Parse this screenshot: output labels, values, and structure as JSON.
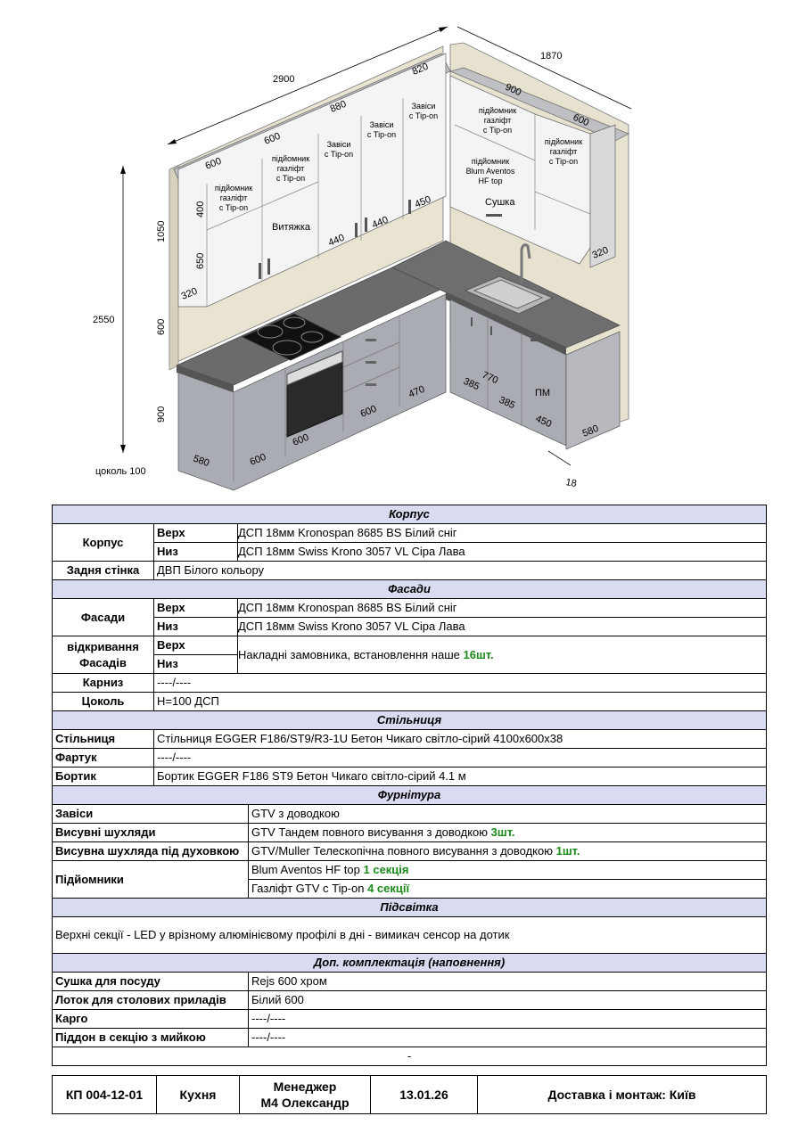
{
  "drawing": {
    "dims": {
      "total_width": "2900",
      "side_width": "1870",
      "height_total": "2550",
      "upper_height": "1050",
      "gap_height": "600",
      "lower_height": "900",
      "plinth": "цоколь 100",
      "panel": "18"
    },
    "upper_widths": [
      "600",
      "600",
      "880",
      "820",
      "900",
      "600"
    ],
    "upper_labels": {
      "lift1": [
        "підйомник",
        "газліфт",
        "с Tip-on"
      ],
      "lift2": [
        "підйомник",
        "газліфт",
        "с Tip-on"
      ],
      "hinges1": [
        "Завіси",
        "с Tip-on"
      ],
      "hinges2": [
        "Завіси",
        "с Tip-on"
      ],
      "hinges3": [
        "Завіси",
        "с Tip-on"
      ],
      "lift3": [
        "підйомник",
        "газліфт",
        "с Tip-on"
      ],
      "blum": [
        "підйомник",
        "Blum Aventos",
        "HF top"
      ],
      "lift4": [
        "підйомник",
        "газліфт",
        "с Tip-on"
      ],
      "hood": "Витяжка",
      "dryer": "Сушка"
    },
    "upper_dims": [
      "400",
      "650",
      "320",
      "440",
      "440",
      "450",
      "320"
    ],
    "lower_dims": [
      "580",
      "600",
      "600",
      "600",
      "470",
      "770",
      "385",
      "385",
      "450",
      "580"
    ],
    "dishwasher": "ПМ"
  },
  "sections": {
    "korpus": "Корпус",
    "fasady": "Фасади",
    "stilnytsia": "Стільниця",
    "furnitura": "Фурнітура",
    "pidsvitka": "Підсвітка",
    "dop": "Доп. комплектація (наповнення)"
  },
  "korpus": {
    "label": "Корпус",
    "top_label": "Верх",
    "top_value": "ДСП 18мм Kronospan 8685 BS Білий сніг",
    "bottom_label": "Низ",
    "bottom_value": "ДСП 18мм Swiss Krono 3057 VL Сіра Лава",
    "back_label": "Задня стінка",
    "back_value": "ДВП Білого кольору"
  },
  "fasady": {
    "label": "Фасади",
    "top_label": "Верх",
    "top_value": "ДСП 18мм Kronospan 8685 BS Білий сніг",
    "bottom_label": "Низ",
    "bottom_value": "ДСП 18мм Swiss Krono 3057 VL Сіра Лава",
    "opening_label1": "відкривання",
    "opening_label2": "Фасадів",
    "opening_top": "Верх",
    "opening_bottom": "Низ",
    "opening_value": "Накладні замовника, встановлення наше ",
    "opening_count": "16шт.",
    "cornice_label": "Карниз",
    "cornice_value": "----/----",
    "plinth_label": "Цоколь",
    "plinth_value": "Н=100 ДСП"
  },
  "stilnytsia": {
    "top_label": "Стільниця",
    "top_value": "Стільниця EGGER F186/ST9/R3-1U Бетон Чикаго світло-сірий 4100х600х38",
    "apron_label": "Фартук",
    "apron_value": "----/----",
    "edge_label": "Бортик",
    "edge_value": "Бортик EGGER F186 ST9 Бетон Чикаго світло-сірий 4.1 м"
  },
  "furnitura": {
    "hinges_label": "Завіси",
    "hinges_value": "GTV з доводкою",
    "drawers_label": "Висувні шухляди",
    "drawers_value": "GTV Тандем повного висування з доводкою ",
    "drawers_count": "3шт.",
    "oven_drawer_label": "Висувна шухляда під духовкою",
    "oven_drawer_value": "GTV/Muller Телескопічна повного висування з доводкою ",
    "oven_drawer_count": "1шт.",
    "lifts_label": "Підйомники",
    "lift1_value": "Blum Aventos HF top ",
    "lift1_count": "1 секція",
    "lift2_value": "Газліфт GTV с Tip-on ",
    "lift2_count": "4 секції"
  },
  "pidsvitka": {
    "text": "Верхні секції - LED у врізному алюмінієвому профілі в дні - вимикач сенсор на дотик"
  },
  "dop": {
    "dryer_label": "Сушка для посуду",
    "dryer_value": "Rejs 600 хром",
    "tray_label": "Лоток для столових приладів",
    "tray_value": "Білий 600",
    "cargo_label": "Карго",
    "cargo_value": "----/----",
    "sink_tray_label": "Піддон в секцію з мийкою",
    "sink_tray_value": "----/----",
    "dash": "-"
  },
  "footer": {
    "code": "КП 004-12-01",
    "room": "Кухня",
    "manager_line1": "Менеджер",
    "manager_line2": "М4 Олександр",
    "date": "13.01.26",
    "delivery": "Доставка і монтаж: Київ"
  }
}
